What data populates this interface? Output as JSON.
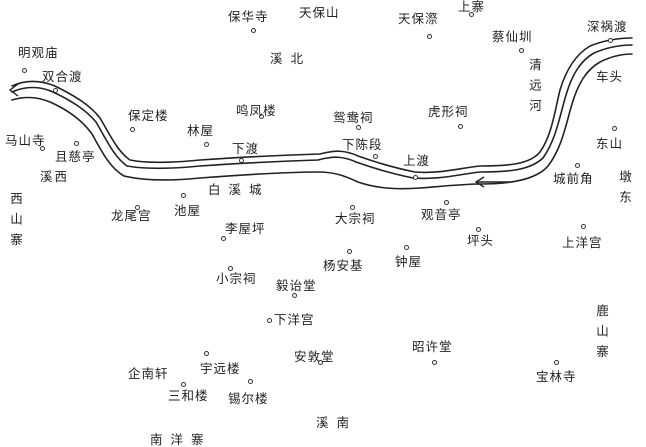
{
  "colors": {
    "ink": "#222222",
    "background": "#ffffff"
  },
  "legend": {
    "arrow": "flow-direction-arrow"
  },
  "places": [
    {
      "id": "baohuasi",
      "name": "保华寺"
    },
    {
      "id": "tianbaoshan",
      "name": "天保山"
    },
    {
      "id": "tianbaocui",
      "name": "天保漈"
    },
    {
      "id": "shangzhai",
      "name": "上寨"
    },
    {
      "id": "caixiankeng",
      "name": "蔡仙圳"
    },
    {
      "id": "shenhuodu",
      "name": "深祸渡"
    },
    {
      "id": "mingguanmiao",
      "name": "明观庙"
    },
    {
      "id": "shuanghedu",
      "name": "双合渡"
    },
    {
      "id": "chetou",
      "name": "车头"
    },
    {
      "id": "masansi",
      "name": "马山寺"
    },
    {
      "id": "baodinglou",
      "name": "保定楼"
    },
    {
      "id": "mingfenglou",
      "name": "鸣凤楼"
    },
    {
      "id": "yuanyangci",
      "name": "鸳鸯祠"
    },
    {
      "id": "huxingci",
      "name": "虎形祠"
    },
    {
      "id": "linwu",
      "name": "林屋"
    },
    {
      "id": "qiecisi",
      "name": "且慈亭"
    },
    {
      "id": "xiadu",
      "name": "下渡"
    },
    {
      "id": "xiachenduan",
      "name": "下陈段"
    },
    {
      "id": "dongshan",
      "name": "东山"
    },
    {
      "id": "shangdu",
      "name": "上渡"
    },
    {
      "id": "chengqianjiao",
      "name": "城前角"
    },
    {
      "id": "longweigong",
      "name": "龙尾宫"
    },
    {
      "id": "chiwu",
      "name": "池屋"
    },
    {
      "id": "guanyinting",
      "name": "观音亭"
    },
    {
      "id": "dazongci",
      "name": "大宗祠"
    },
    {
      "id": "lidongping",
      "name": "李屋坪"
    },
    {
      "id": "pingtou",
      "name": "坪头"
    },
    {
      "id": "shangyanggong",
      "name": "上洋宫"
    },
    {
      "id": "zhongwu",
      "name": "钟屋"
    },
    {
      "id": "yanganji",
      "name": "杨安基"
    },
    {
      "id": "xiaozongci",
      "name": "小宗祠"
    },
    {
      "id": "yiyitang",
      "name": "毅诒堂"
    },
    {
      "id": "xiayanggong",
      "name": "下洋宫"
    },
    {
      "id": "zhaoyitang",
      "name": "昭许堂"
    },
    {
      "id": "andunt",
      "name": "安敦堂"
    },
    {
      "id": "yuyuanlou",
      "name": "宇远楼"
    },
    {
      "id": "qinanxuan",
      "name": "企南轩"
    },
    {
      "id": "baolinsi",
      "name": "宝林寺"
    },
    {
      "id": "sanhelou",
      "name": "三和楼"
    },
    {
      "id": "xierlou",
      "name": "锡尔楼"
    }
  ],
  "regions": {
    "xibei": "溪  北",
    "xixi": "溪西",
    "xishanjia": "西山寨",
    "baixicheng": "白    溪    城",
    "qingyuanhe": "清远河",
    "dunbian": "墩东",
    "shanshanzhai": "鹿山寨",
    "xinan": "溪    南",
    "nanyangzhai": "南  洋  寨"
  }
}
